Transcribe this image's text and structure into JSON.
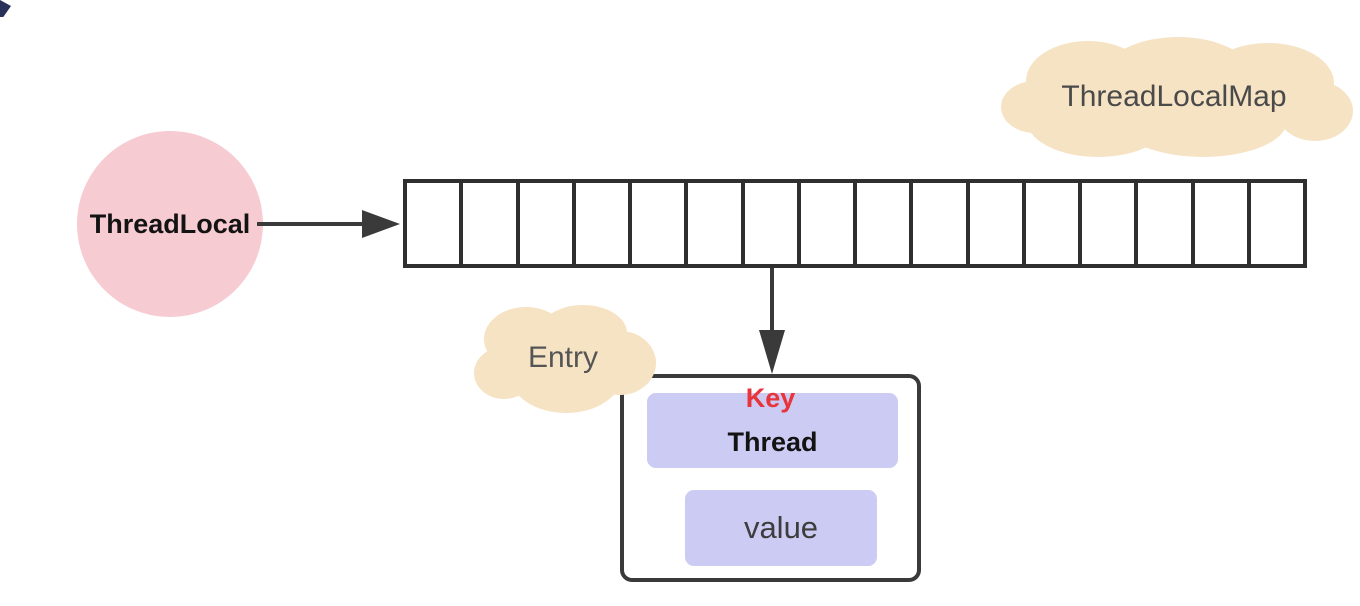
{
  "diagram": {
    "threadlocal_circle": {
      "label": "ThreadLocal"
    },
    "map_cloud": {
      "label": "ThreadLocalMap"
    },
    "entry_cloud": {
      "label": "Entry"
    },
    "bucket_array": {
      "cell_count": 16
    },
    "entry_box": {
      "key_label": "Key",
      "key_field": "Thread",
      "value_field": "value"
    },
    "colors": {
      "circle_fill": "#f7cbd2",
      "cloud_fill": "#f6e3c4",
      "field_fill": "#cccbf3",
      "key_label_color": "#e8353c",
      "line_color": "#3a3a3a"
    }
  }
}
